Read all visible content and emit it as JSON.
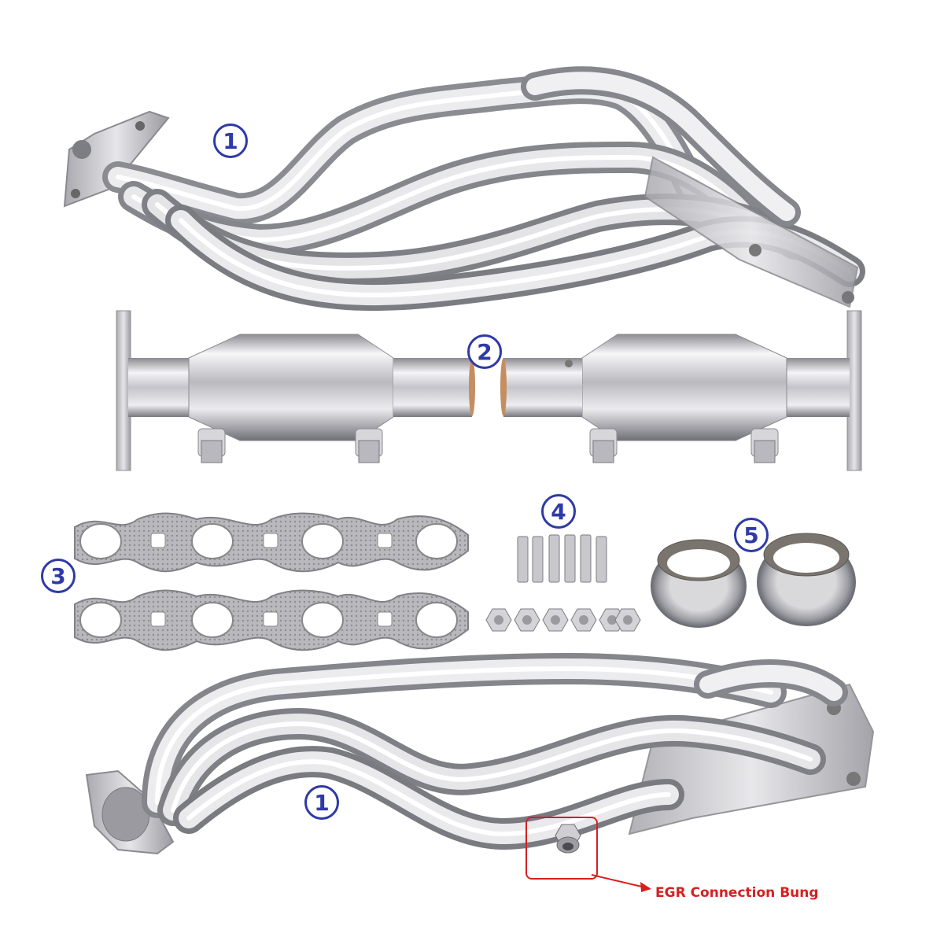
{
  "badges": {
    "one_top": "1",
    "two": "2",
    "three": "3",
    "four": "4",
    "five": "5",
    "one_bottom": "1"
  },
  "callout": {
    "label": "EGR Connection Bung",
    "color": "#d62020"
  },
  "colors": {
    "background": "#ffffff",
    "badge": "#2e3aa6",
    "steel_light": "#f2f2f4",
    "steel_mid": "#c9c9ce",
    "steel_dark": "#7d7d84"
  }
}
